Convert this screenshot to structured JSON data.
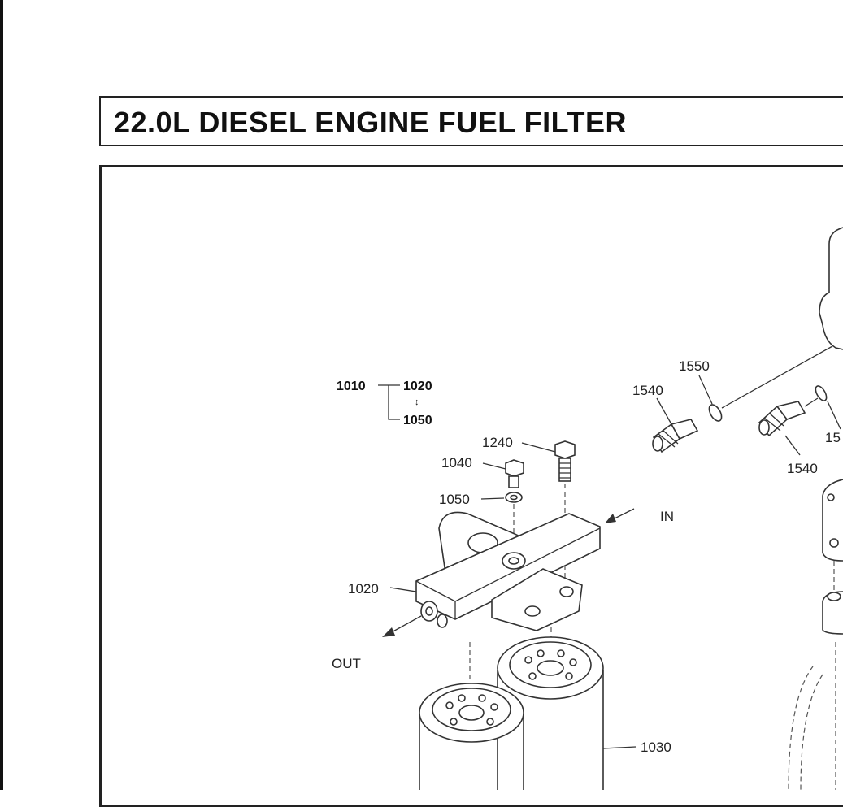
{
  "title": "22.0L DIESEL ENGINE FUEL FILTER",
  "tree": {
    "root": "1010",
    "first": "1020",
    "through": "↕",
    "last": "1050"
  },
  "callouts": {
    "c1020": "1020",
    "c1030": "1030",
    "c1040": "1040",
    "c1050": "1050",
    "c1240": "1240",
    "c1540a": "1540",
    "c1540b": "1540",
    "c1550": "1550",
    "c1550b": "15"
  },
  "flow": {
    "in": "IN",
    "out": "OUT"
  },
  "icons": [
    "filter-head-drawing",
    "filter-cartridge-drawing",
    "bolt-drawing",
    "fitting-drawing",
    "arrow-in-icon",
    "arrow-out-icon"
  ]
}
